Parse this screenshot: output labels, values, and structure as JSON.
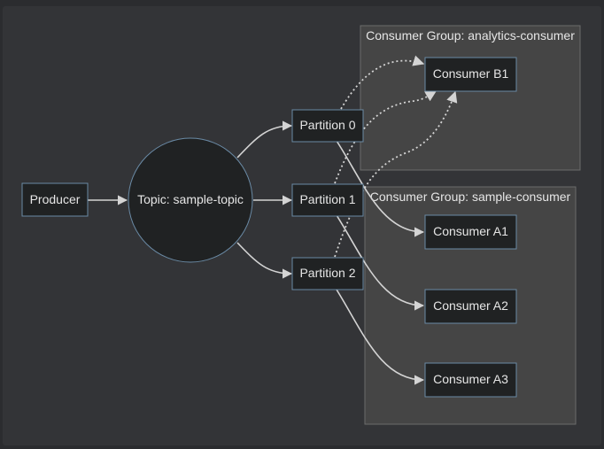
{
  "diagram": {
    "nodes": {
      "producer": "Producer",
      "topic": "Topic: sample-topic",
      "partition_0": "Partition 0",
      "partition_1": "Partition 1",
      "partition_2": "Partition 2",
      "consumer_b1": "Consumer B1",
      "consumer_a1": "Consumer A1",
      "consumer_a2": "Consumer A2",
      "consumer_a3": "Consumer A3"
    },
    "groups": {
      "analytics": "Consumer Group: analytics-consumer",
      "sample": "Consumer Group: sample-consumer"
    },
    "edges": [
      {
        "from": "producer",
        "to": "topic",
        "style": "solid"
      },
      {
        "from": "topic",
        "to": "partition_0",
        "style": "solid"
      },
      {
        "from": "topic",
        "to": "partition_1",
        "style": "solid"
      },
      {
        "from": "topic",
        "to": "partition_2",
        "style": "solid"
      },
      {
        "from": "partition_0",
        "to": "consumer_a1",
        "style": "solid"
      },
      {
        "from": "partition_1",
        "to": "consumer_a2",
        "style": "solid"
      },
      {
        "from": "partition_2",
        "to": "consumer_a3",
        "style": "solid"
      },
      {
        "from": "partition_0",
        "to": "consumer_b1",
        "style": "dotted"
      },
      {
        "from": "partition_1",
        "to": "consumer_b1",
        "style": "dotted"
      },
      {
        "from": "partition_2",
        "to": "consumer_b1",
        "style": "dotted"
      }
    ]
  },
  "colors": {
    "background": "#333437",
    "node_fill": "#202223",
    "node_border": "#6a8aa5",
    "group_fill": "#454545",
    "edge": "#d4d4d4",
    "text": "#e6e6e6"
  }
}
